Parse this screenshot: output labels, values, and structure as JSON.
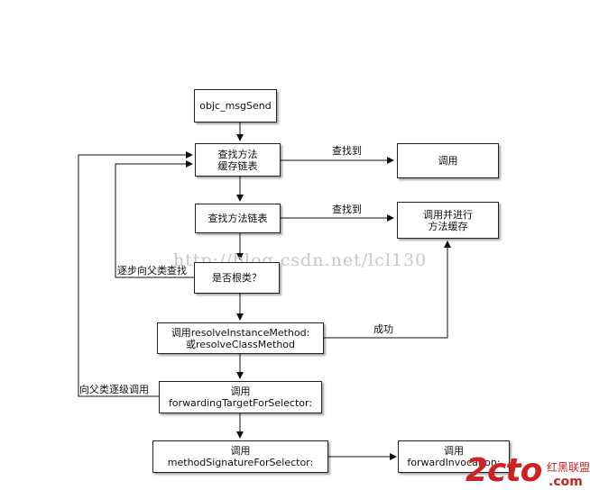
{
  "nodes": {
    "objc_msgsend": [
      "objc_msgSend"
    ],
    "cache_lookup": [
      "查找方法",
      "缓存链表"
    ],
    "method_lookup": [
      "查找方法链表"
    ],
    "is_root_class": [
      "是否根类？"
    ],
    "resolve_method": [
      "调用resolveInstanceMethod:",
      "或resolveClassMethod"
    ],
    "forwarding_target": [
      "调用",
      "forwardingTargetForSelector:"
    ],
    "method_signature": [
      "调用",
      "methodSignatureForSelector:"
    ],
    "forward_invocation": [
      "调用",
      "forwardInvocation:"
    ],
    "invoke": [
      "调用"
    ],
    "invoke_and_cache": [
      "调用并进行",
      "方法缓存"
    ]
  },
  "edge_labels": {
    "found_1": "查找到",
    "found_2": "查找到",
    "success": "成功",
    "step_up_parent": "逐步向父类查找",
    "parent_forward": "向父类逐级调用"
  },
  "watermark": "http://blog.csdn.net/lcl130",
  "logo": {
    "main": "2cto",
    "cn": "红黑联盟",
    "domain": ".com"
  }
}
